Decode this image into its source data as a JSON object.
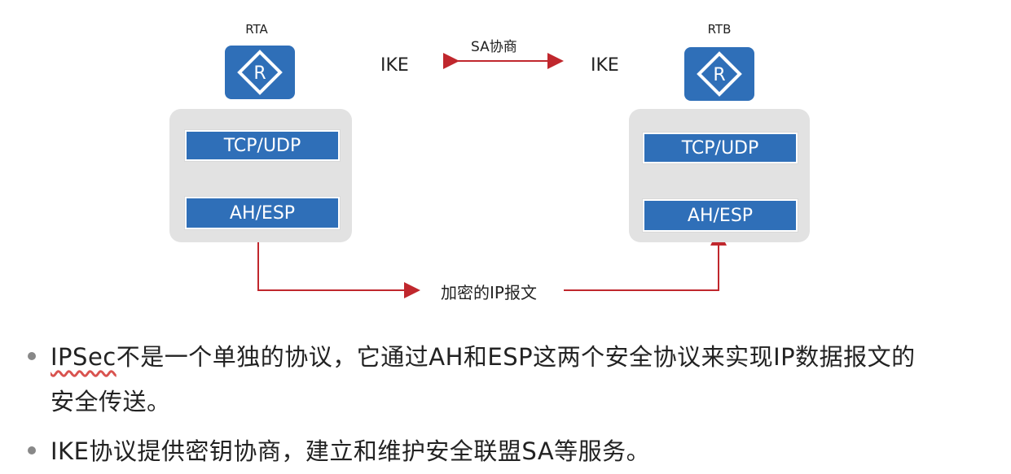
{
  "diagram": {
    "left_router": {
      "label": "RTA",
      "icon": "router-icon",
      "layers": [
        "TCP/UDP",
        "AH/ESP"
      ]
    },
    "right_router": {
      "label": "RTB",
      "icon": "router-icon",
      "layers": [
        "TCP/UDP",
        "AH/ESP"
      ]
    },
    "ike_left": "IKE",
    "ike_right": "IKE",
    "sa_negotiation": "SA协商",
    "encrypted_packet": "加密的IP报文",
    "colors": {
      "router_blue": "#2f6fb8",
      "stack_gray": "#e2e2e2",
      "arrow_red": "#c0272d"
    }
  },
  "bullets": [
    {
      "prefix": "IPSec",
      "text_line1": "不是一个单独的协议，它通过AH和ESP这两个安全协议来实现IP数据报文的",
      "text_line2": "安全传送。"
    },
    {
      "text": "IKE协议提供密钥协商，建立和维护安全联盟SA等服务。"
    }
  ]
}
